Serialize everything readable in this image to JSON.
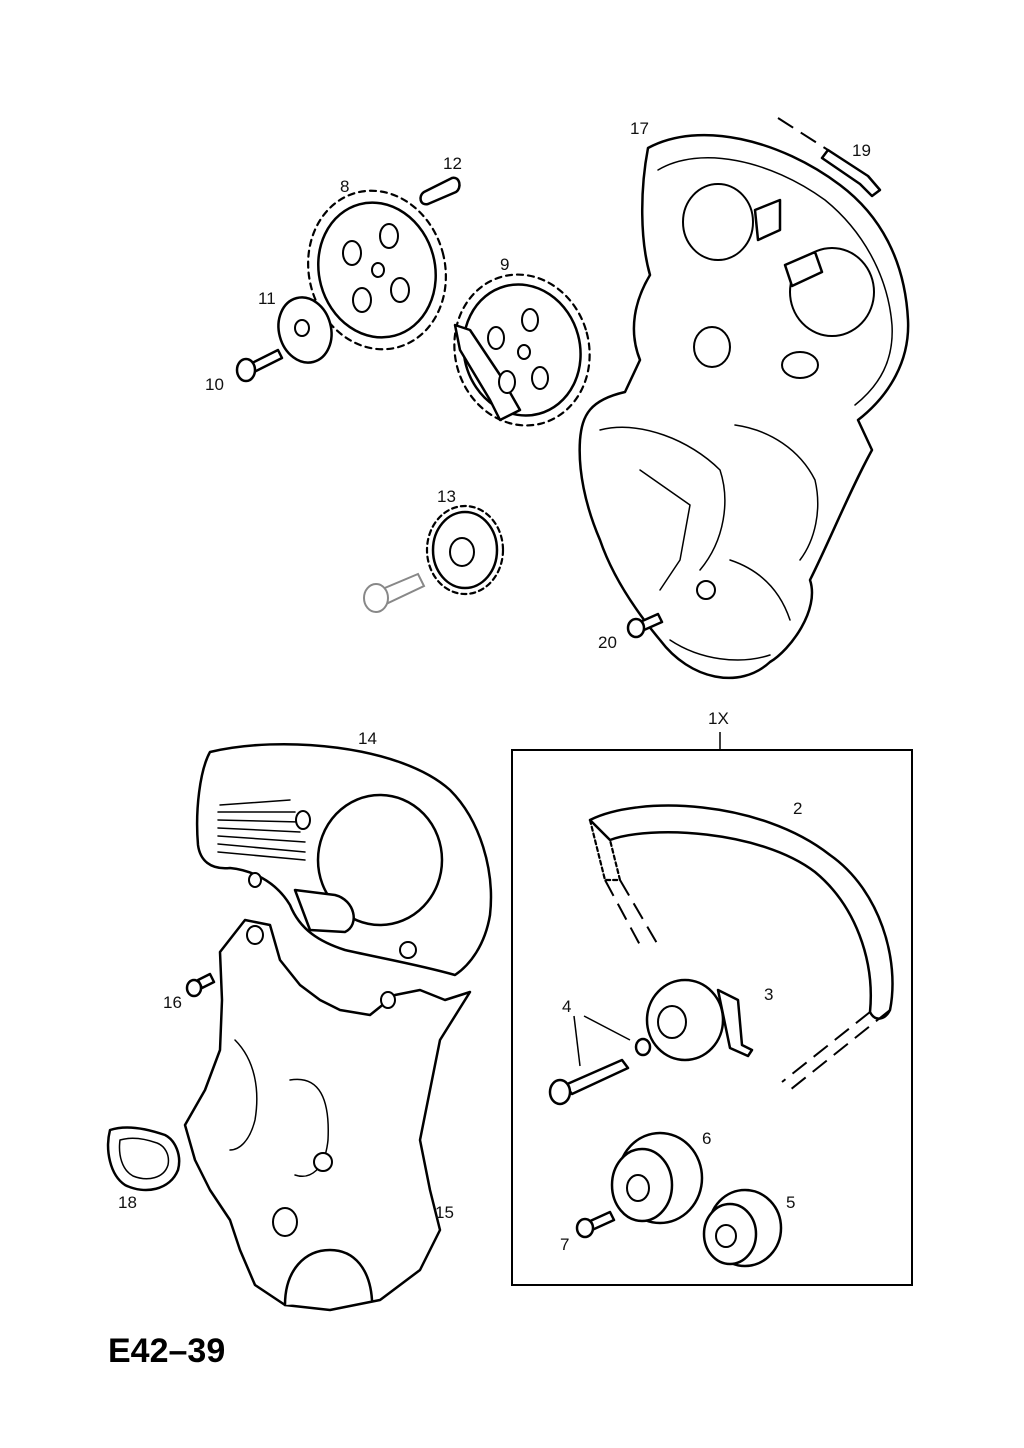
{
  "diagram": {
    "code": "E42–39",
    "kit_label": "1X",
    "callouts": {
      "c2": "2",
      "c3": "3",
      "c4": "4",
      "c5": "5",
      "c6": "6",
      "c7": "7",
      "c8": "8",
      "c9": "9",
      "c10": "10",
      "c11": "11",
      "c12": "12",
      "c13": "13",
      "c14": "14",
      "c15": "15",
      "c16": "16",
      "c17": "17",
      "c18": "18",
      "c19": "19",
      "c20": "20"
    }
  }
}
